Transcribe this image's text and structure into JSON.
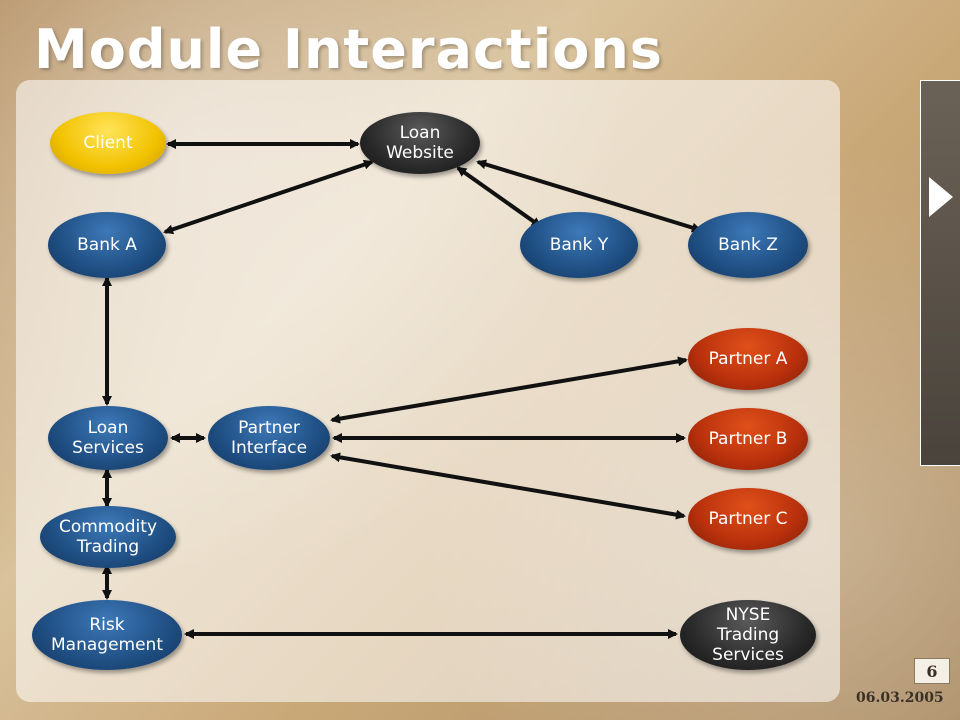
{
  "slide": {
    "title": "Module Interactions",
    "page_number": "6",
    "date": "06.03.2005"
  },
  "nodes": {
    "client": "Client",
    "loan_website": "Loan\nWebsite",
    "bank_a": "Bank A",
    "bank_y": "Bank Y",
    "bank_z": "Bank Z",
    "partner_a": "Partner A",
    "partner_b": "Partner B",
    "partner_c": "Partner C",
    "loan_services": "Loan\nServices",
    "partner_interface": "Partner\nInterface",
    "commodity_trading": "Commodity\nTrading",
    "risk_management": "Risk\nManagement",
    "nyse": "NYSE\nTrading\nServices"
  },
  "colors": {
    "core_module": "#1f4e82",
    "external_web": "#2a2a2a",
    "partner": "#b8300c",
    "client": "#f2c200",
    "arrow": "#111111"
  }
}
